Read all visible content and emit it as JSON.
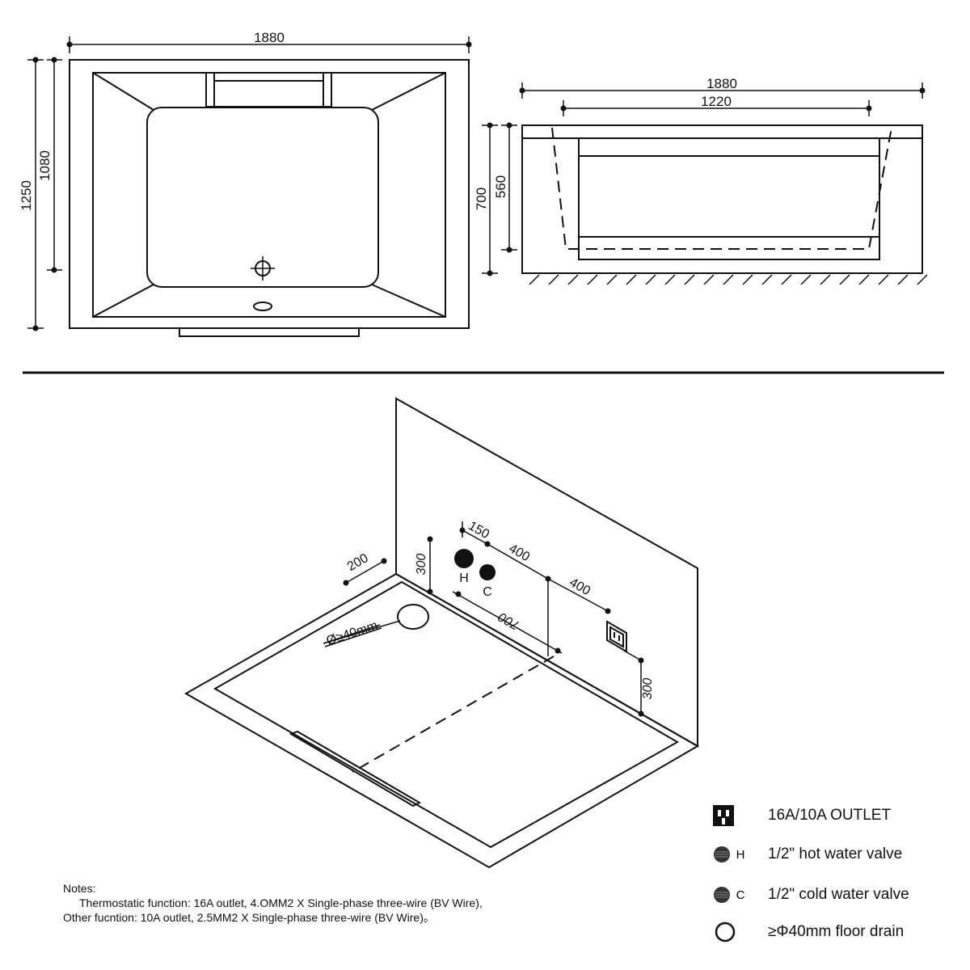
{
  "top_view": {
    "width_label": "1880",
    "depth_outer_label": "1250",
    "depth_inner_label": "1080"
  },
  "side_view": {
    "width_label": "1880",
    "inner_width_label": "1220",
    "height_outer_label": "700",
    "height_inner_label": "560"
  },
  "install_view": {
    "dim_200": "200",
    "dim_300_left": "300",
    "dim_150": "150",
    "dim_400_a": "400",
    "dim_400_b": "400",
    "dim_700": "700",
    "dim_300_right": "300",
    "drain_label": "Ø≥40mm",
    "hot_marker": "H",
    "cold_marker": "C"
  },
  "legend": {
    "items": [
      {
        "icon": "outlet-icon",
        "text": "16A/10A OUTLET"
      },
      {
        "icon": "hot-valve-icon",
        "marker": "H",
        "text": "1/2\" hot water valve"
      },
      {
        "icon": "cold-valve-icon",
        "marker": "C",
        "text": "1/2\" cold water valve"
      },
      {
        "icon": "floor-drain-icon",
        "text": "≥Φ40mm floor drain"
      }
    ]
  },
  "notes": {
    "heading": "Notes:",
    "line1": "Thermostatic function: 16A outlet, 4.OMM2 X Single-phase three-wire (BV Wire),",
    "line2": "Other fucntion: 10A outlet, 2.5MM2 X Single-phase three-wire (BV Wire)。"
  }
}
